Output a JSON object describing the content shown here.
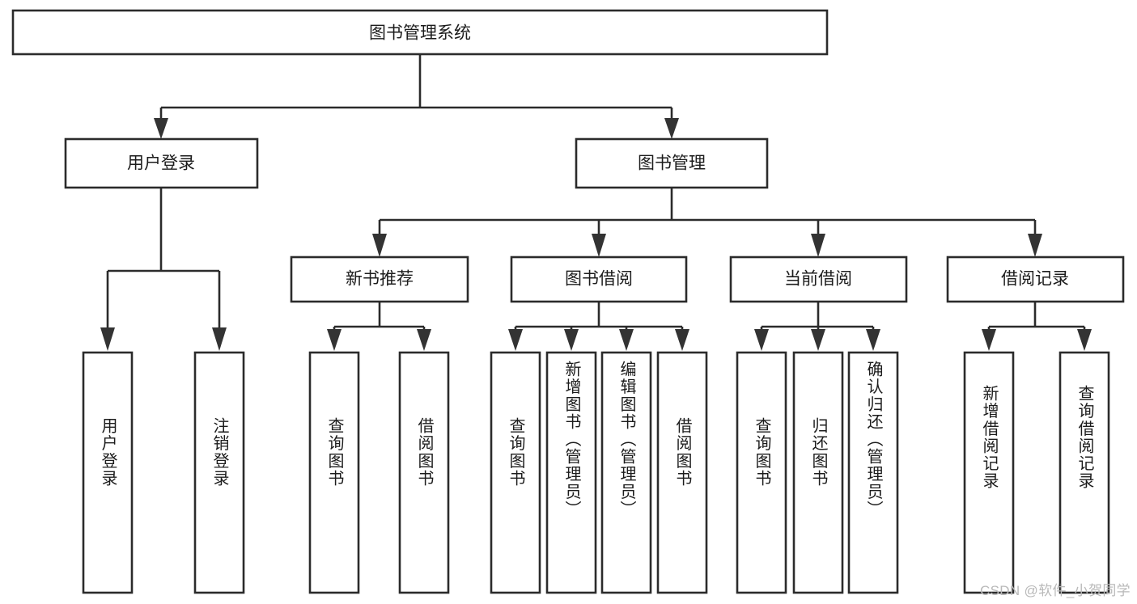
{
  "diagram": {
    "type": "tree-hierarchy",
    "title": "图书管理系统",
    "watermark": "CSDN @软件_小贺同学",
    "colors": {
      "box_stroke": "#2b2b2b",
      "box_fill": "#ffffff",
      "text": "#1c1c1c",
      "arrow": "#333333",
      "watermark": "#b9b9b9",
      "background": "#ffffff"
    },
    "levels": {
      "root": "图书管理系统",
      "level2": [
        "用户登录",
        "图书管理"
      ],
      "level3": [
        "新书推荐",
        "图书借阅",
        "当前借阅",
        "借阅记录"
      ],
      "level4_count": 13
    },
    "nodes": {
      "root": {
        "label": "图书管理系统"
      },
      "user_login": {
        "label": "用户登录"
      },
      "book_manage": {
        "label": "图书管理"
      },
      "new_book_rec": {
        "label": "新书推荐"
      },
      "book_borrow": {
        "label": "图书借阅"
      },
      "current_borrow": {
        "label": "当前借阅"
      },
      "borrow_record": {
        "label": "借阅记录"
      },
      "leaf_user_login": {
        "label": "用户登录"
      },
      "leaf_logout": {
        "label": "注销登录"
      },
      "leaf_query_book_1": {
        "label": "查询图书"
      },
      "leaf_borrow_book_1": {
        "label": "借阅图书"
      },
      "leaf_query_book_2": {
        "label": "查询图书"
      },
      "leaf_add_book": {
        "label": "新增图书（管理员）"
      },
      "leaf_edit_book": {
        "label": "编辑图书（管理员）"
      },
      "leaf_borrow_book_2": {
        "label": "借阅图书"
      },
      "leaf_query_book_3": {
        "label": "查询图书"
      },
      "leaf_return_book": {
        "label": "归还图书"
      },
      "leaf_confirm_return": {
        "label": "确认归还（管理员）"
      },
      "leaf_add_record": {
        "label": "新增借阅记录"
      },
      "leaf_query_record": {
        "label": "查询借阅记录"
      }
    },
    "edges": [
      {
        "from": "root",
        "to": "user_login"
      },
      {
        "from": "root",
        "to": "book_manage"
      },
      {
        "from": "user_login",
        "to": "leaf_user_login"
      },
      {
        "from": "user_login",
        "to": "leaf_logout"
      },
      {
        "from": "book_manage",
        "to": "new_book_rec"
      },
      {
        "from": "book_manage",
        "to": "book_borrow"
      },
      {
        "from": "book_manage",
        "to": "current_borrow"
      },
      {
        "from": "book_manage",
        "to": "borrow_record"
      },
      {
        "from": "new_book_rec",
        "to": "leaf_query_book_1"
      },
      {
        "from": "new_book_rec",
        "to": "leaf_borrow_book_1"
      },
      {
        "from": "book_borrow",
        "to": "leaf_query_book_2"
      },
      {
        "from": "book_borrow",
        "to": "leaf_add_book"
      },
      {
        "from": "book_borrow",
        "to": "leaf_edit_book"
      },
      {
        "from": "book_borrow",
        "to": "leaf_borrow_book_2"
      },
      {
        "from": "current_borrow",
        "to": "leaf_query_book_3"
      },
      {
        "from": "current_borrow",
        "to": "leaf_return_book"
      },
      {
        "from": "current_borrow",
        "to": "leaf_confirm_return"
      },
      {
        "from": "borrow_record",
        "to": "leaf_add_record"
      },
      {
        "from": "borrow_record",
        "to": "leaf_query_record"
      }
    ]
  }
}
